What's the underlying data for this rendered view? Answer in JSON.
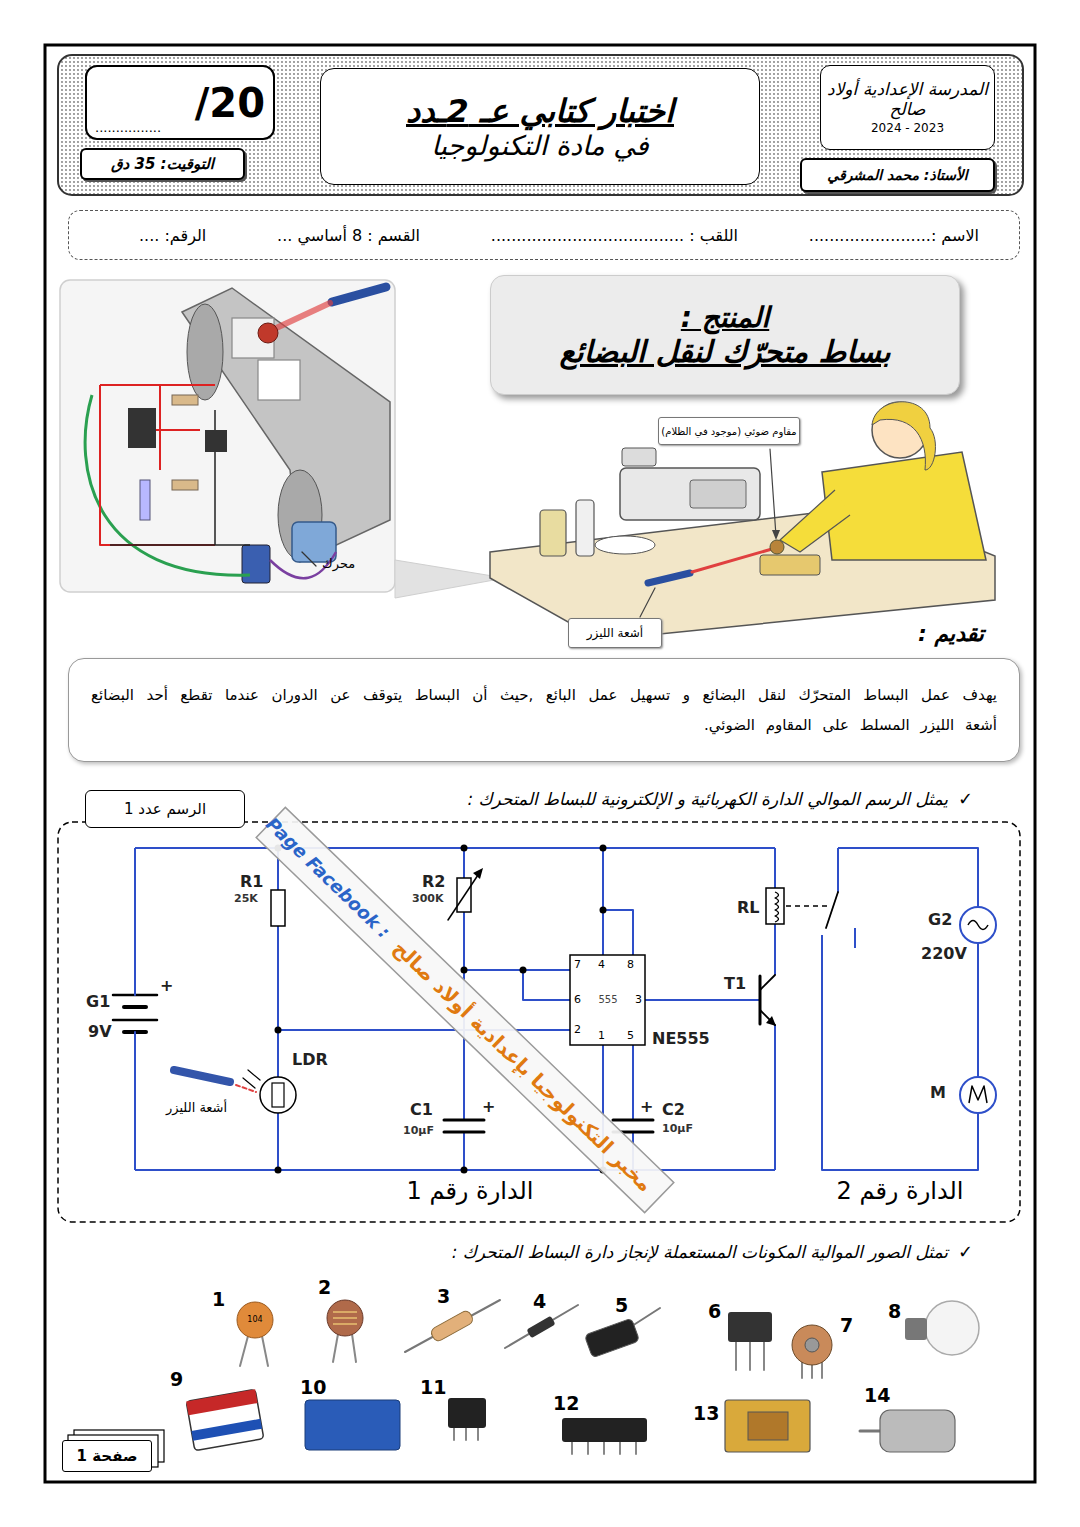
{
  "diagram": {
    "nodes": [
      {
        "text": [
          "/20"
        ]
      },
      {
        "text": [
          "التوقيت: 35 دق"
        ]
      },
      {
        "text": [
          "اختبار كتابي عـ 2ـدد",
          "في مادة التكنولوجيا"
        ]
      },
      {
        "text": [
          "المدرسة الإعدادية أولاد صالح",
          "2024 - 2023"
        ]
      },
      {
        "text": [
          "الأستاذ: محمد المشرقي"
        ]
      },
      {
        "text": [
          "الاسم :........................",
          "اللقب : ......................................",
          "القسم : 8 أساسي ...",
          "الرقم: ...."
        ]
      },
      {
        "text": [
          "المنتج :",
          "بساط متحرّك لنقل البضائع"
        ]
      },
      {
        "text": [
          "تقديم :",
          "يهدف عمل البساط المتحرّك لنقل البضائع و تسهيل عمل البائع ,حيث أن البساط يتوقف عن الدوران عندما تقطع أحد البضائع أشعة الليزر المسلط على المقاوم الضوئي."
        ]
      },
      {
        "text": [
          "الرسم عدد 1"
        ]
      },
      {
        "text": [
          "مقاوم ضوئي (موجود في الظلام)"
        ]
      },
      {
        "text": [
          "أشعة الليزر"
        ]
      },
      {
        "text": [
          "صفحة 1"
        ]
      }
    ],
    "labels": [
      "................",
      "محرك",
      "✓",
      "يمثل الرسم الموالي الدارة الكهربائية و الإلكترونية للبساط المتحرك :",
      "R1",
      "25K",
      "R2",
      "300K",
      "+",
      "G1",
      "9V",
      "LDR",
      "أشعة الليزر",
      "C1",
      "10µF",
      "+",
      "C2",
      "10µF",
      "+",
      "7",
      "4",
      "8",
      "6",
      "3",
      "2",
      "1",
      "5",
      "555",
      "NE555",
      "T1",
      "RL",
      "G2",
      "220V",
      "M",
      "الدارة رقم 1",
      "الدارة رقم 2",
      "Page Facebook :",
      "مخبر التكنولوجيا بإعدادية أولاد صالح",
      "✓",
      "تمثل الصور الموالية المكونات المستعملة لإنجاز دارة البساط المتحرك :",
      "1",
      "2",
      "3",
      "4",
      "5",
      "6",
      "7",
      "8",
      "9",
      "10",
      "11",
      "12",
      "13",
      "14",
      "104"
    ]
  }
}
